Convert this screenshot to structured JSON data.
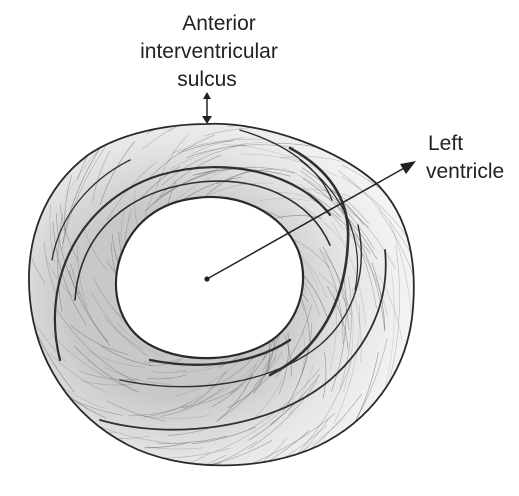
{
  "labels": {
    "anterior_line1": "Anterior",
    "anterior_line2": "interventricular",
    "anterior_line3": "sulcus",
    "left_line1": "Left",
    "left_line2": "ventricle"
  },
  "colors": {
    "ink": "#222222",
    "ink_light": "#7a7a7a",
    "paper": "#ffffff"
  }
}
